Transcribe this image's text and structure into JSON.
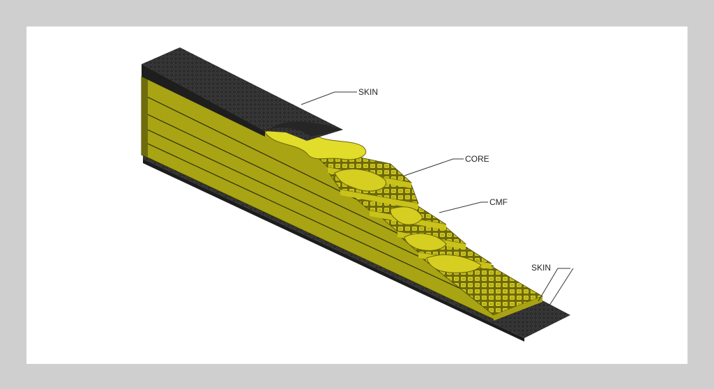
{
  "diagram": {
    "labels": {
      "skin_top": "SKIN",
      "core": "CORE",
      "cmf": "CMF",
      "skin_bottom": "SKIN"
    }
  },
  "colors": {
    "background": "#cfcfcf",
    "canvas": "#ffffff",
    "skin": "#2a2a2a",
    "core_fill": "#c9c21a",
    "core_face": "#e2dc2a",
    "layer_side": "#8c8a14",
    "leader": "#333333"
  }
}
